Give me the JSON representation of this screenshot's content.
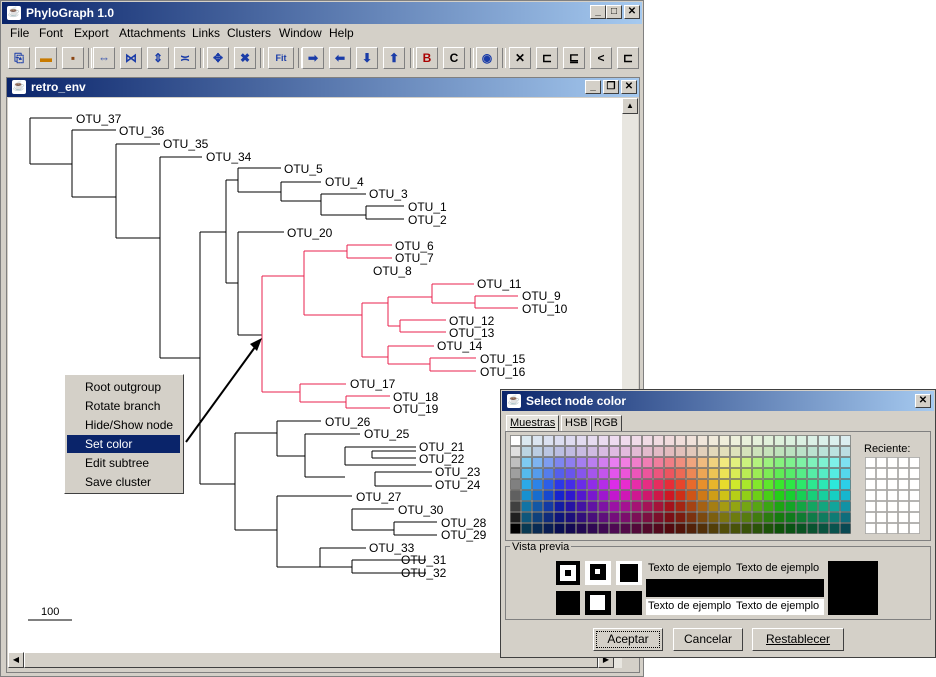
{
  "app": {
    "title": "PhyloGraph 1.0"
  },
  "menu": [
    "File",
    "Font",
    "Export",
    "Attachments",
    "Links",
    "Clusters",
    "Window",
    "Help"
  ],
  "toolbar": {
    "fit_label": "Fit",
    "b_label": "B",
    "c_label": "C"
  },
  "doc": {
    "title": "retro_env",
    "scale_label": "100"
  },
  "tree": {
    "otus": [
      "OTU_37",
      "OTU_36",
      "OTU_35",
      "OTU_34",
      "OTU_5",
      "OTU_4",
      "OTU_3",
      "OTU_1",
      "OTU_2",
      "OTU_20",
      "OTU_6",
      "OTU_7",
      "OTU_8",
      "OTU_11",
      "OTU_9",
      "OTU_10",
      "OTU_12",
      "OTU_13",
      "OTU_14",
      "OTU_15",
      "OTU_16",
      "OTU_17",
      "OTU_18",
      "OTU_19",
      "OTU_26",
      "OTU_25",
      "OTU_21",
      "OTU_22",
      "OTU_23",
      "OTU_24",
      "OTU_27",
      "OTU_30",
      "OTU_28",
      "OTU_29",
      "OTU_33",
      "OTU_31",
      "OTU_32"
    ],
    "highlight_color": "#e8224e"
  },
  "context_menu": {
    "items": [
      "Root outgroup",
      "Rotate branch",
      "Hide/Show node",
      "Set color",
      "Edit subtree",
      "Save cluster"
    ],
    "selected": "Set color"
  },
  "dialog": {
    "title": "Select node color",
    "tabs": [
      "Muestras",
      "HSB",
      "RGB"
    ],
    "recent_label": "Reciente:",
    "preview_label": "Vista previa",
    "sample_text": "Texto de ejemplo",
    "buttons": [
      "Aceptar",
      "Cancelar",
      "Restablecer"
    ]
  }
}
